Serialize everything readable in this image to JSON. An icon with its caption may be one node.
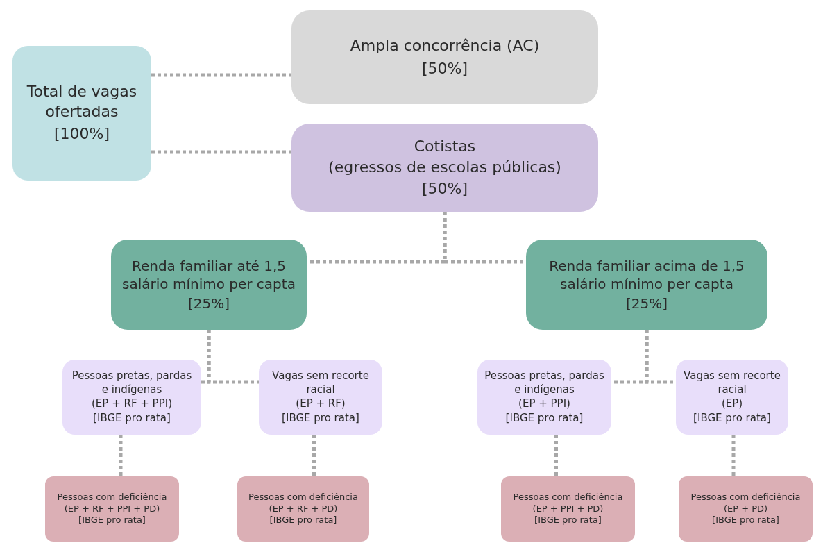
{
  "diagram": {
    "nodes": [
      {
        "text": [
          "Total de vagas ofertadas",
          "[100%]"
        ]
      },
      {
        "text": [
          "Ampla concorrência (AC)",
          "[50%]"
        ]
      },
      {
        "text": [
          "Cotistas",
          "(egressos de escolas públicas)",
          "[50%]"
        ]
      },
      {
        "text": [
          "Renda familiar até 1,5 salário mínimo per capta",
          "[25%]"
        ]
      },
      {
        "text": [
          "Renda familiar acima de 1,5 salário mínimo per capta",
          "[25%]"
        ]
      },
      {
        "text": [
          "Pessoas pretas, pardas e indígenas",
          "(EP + RF + PPI)",
          "[IBGE pro rata]"
        ]
      },
      {
        "text": [
          "Vagas sem recorte racial",
          "(EP + RF)",
          "[IBGE pro rata]"
        ]
      },
      {
        "text": [
          "Pessoas pretas, pardas e indígenas",
          "(EP + PPI)",
          "[IBGE pro rata]"
        ]
      },
      {
        "text": [
          "Vagas sem recorte racial",
          "(EP)",
          "[IBGE pro rata]"
        ]
      },
      {
        "text": [
          "Pessoas com deficiência",
          "(EP + RF + PPI + PD)",
          "[IBGE pro rata]"
        ]
      },
      {
        "text": [
          "Pessoas com deficiência",
          "(EP + RF + PD)",
          "[IBGE pro rata]"
        ]
      },
      {
        "text": [
          "Pessoas com deficiência",
          "(EP + PPI + PD)",
          "[IBGE pro rata]"
        ]
      },
      {
        "text": [
          "Pessoas com deficiência",
          "(EP + PD)",
          "[IBGE pro rata]"
        ]
      }
    ],
    "edges": [
      {
        "from": 0,
        "to": 1,
        "arrow": "none"
      },
      {
        "from": 0,
        "to": 2,
        "arrow": "none"
      },
      {
        "from": 2,
        "to": 3,
        "arrow": "none"
      },
      {
        "from": 2,
        "to": 4,
        "arrow": "none"
      },
      {
        "from": 3,
        "to": 5,
        "arrow": "none"
      },
      {
        "from": 3,
        "to": 6,
        "arrow": "none"
      },
      {
        "from": 4,
        "to": 7,
        "arrow": "none"
      },
      {
        "from": 4,
        "to": 8,
        "arrow": "none"
      },
      {
        "from": 5,
        "to": 9,
        "arrow": "none"
      },
      {
        "from": 6,
        "to": 10,
        "arrow": "none"
      },
      {
        "from": 7,
        "to": 11,
        "arrow": "none"
      },
      {
        "from": 8,
        "to": 12,
        "arrow": "none"
      }
    ]
  }
}
